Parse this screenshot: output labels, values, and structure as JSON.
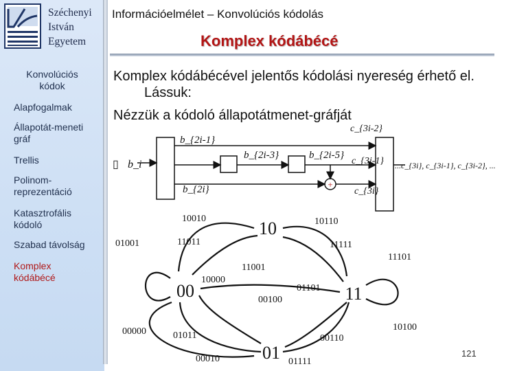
{
  "header": {
    "university_lines": [
      "Széchenyi",
      "István",
      "Egyetem"
    ],
    "title": "Információelmélet – Konvolúciós kódolás"
  },
  "sidebar": {
    "section": "Konvolúciós kódok",
    "items": [
      {
        "label": "Alapfogalmak",
        "active": false
      },
      {
        "label": "Állapotát-meneti gráf",
        "active": false
      },
      {
        "label": "Trellis",
        "active": false
      },
      {
        "label": "Polinom-reprezentáció",
        "active": false
      },
      {
        "label": "Katasztrofális kódoló",
        "active": false
      },
      {
        "label": "Szabad távolság",
        "active": false
      },
      {
        "label": "Komplex kódábécé",
        "active": true
      }
    ]
  },
  "slide": {
    "title": "Komplex kódábécé",
    "bullet": "Komplex kódábécével jelentős kódolási nyereség érhető el. Lássuk:",
    "line2": "Nézzük a kódoló állapotátmenet-gráfját",
    "page_number": "121"
  },
  "encoder": {
    "input_label": "b_i",
    "input_glyph": "▯",
    "taps": [
      "b_{2i-1}",
      "b_{2i-3}",
      "b_{2i-5}",
      "b_{2i}"
    ],
    "outputs": [
      "c_{3i-2}",
      "c_{3i-1}",
      "c_{3i}"
    ],
    "output_stream": "...c_{3i}, c_{3i-1}, c_{3i-2}, ...",
    "adder_symbol": "+"
  },
  "state_graph": {
    "states": [
      "00",
      "01",
      "10",
      "11"
    ],
    "edge_labels": [
      "10010",
      "10110",
      "01001",
      "11011",
      "11111",
      "11001",
      "11101",
      "10000",
      "00100",
      "01101",
      "00000",
      "01011",
      "00110",
      "10100",
      "00010",
      "01111"
    ]
  }
}
